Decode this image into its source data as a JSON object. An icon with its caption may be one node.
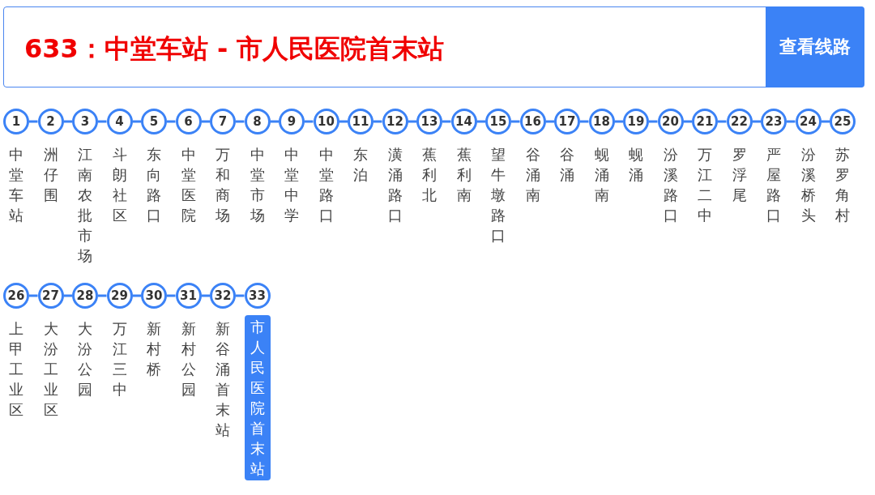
{
  "diagram": {
    "title": "633：中堂车站 - 市人民医院首末站",
    "nodes": [
      {
        "text": [
          "1"
        ],
        "beside": [
          "中堂车站"
        ]
      },
      {
        "text": [
          "2"
        ],
        "beside": [
          "洲仔围"
        ]
      },
      {
        "text": [
          "3"
        ],
        "beside": [
          "江南农批市场"
        ]
      },
      {
        "text": [
          "4"
        ],
        "beside": [
          "斗朗社区"
        ]
      },
      {
        "text": [
          "5"
        ],
        "beside": [
          "东向路口"
        ]
      },
      {
        "text": [
          "6"
        ],
        "beside": [
          "中堂医院"
        ]
      },
      {
        "text": [
          "7"
        ],
        "beside": [
          "万和商场"
        ]
      },
      {
        "text": [
          "8"
        ],
        "beside": [
          "中堂市场"
        ]
      },
      {
        "text": [
          "9"
        ],
        "beside": [
          "中堂中学"
        ]
      },
      {
        "text": [
          "10"
        ],
        "beside": [
          "中堂路口"
        ]
      },
      {
        "text": [
          "11"
        ],
        "beside": [
          "东泊"
        ]
      },
      {
        "text": [
          "12"
        ],
        "beside": [
          "潢涌路口"
        ]
      },
      {
        "text": [
          "13"
        ],
        "beside": [
          "蕉利北"
        ]
      },
      {
        "text": [
          "14"
        ],
        "beside": [
          "蕉利南"
        ]
      },
      {
        "text": [
          "15"
        ],
        "beside": [
          "望牛墩路口"
        ]
      },
      {
        "text": [
          "16"
        ],
        "beside": [
          "谷涌南"
        ]
      },
      {
        "text": [
          "17"
        ],
        "beside": [
          "谷涌"
        ]
      },
      {
        "text": [
          "18"
        ],
        "beside": [
          "蚬涌南"
        ]
      },
      {
        "text": [
          "19"
        ],
        "beside": [
          "蚬涌"
        ]
      },
      {
        "text": [
          "20"
        ],
        "beside": [
          "汾溪路口"
        ]
      },
      {
        "text": [
          "21"
        ],
        "beside": [
          "万江二中"
        ]
      },
      {
        "text": [
          "22"
        ],
        "beside": [
          "罗浮尾"
        ]
      },
      {
        "text": [
          "23"
        ],
        "beside": [
          "严屋路口"
        ]
      },
      {
        "text": [
          "24"
        ],
        "beside": [
          "汾溪桥头"
        ]
      },
      {
        "text": [
          "25"
        ],
        "beside": [
          "苏罗角村"
        ]
      },
      {
        "text": [
          "26"
        ],
        "beside": [
          "上甲工业区"
        ]
      },
      {
        "text": [
          "27"
        ],
        "beside": [
          "大汾工业区"
        ]
      },
      {
        "text": [
          "28"
        ],
        "beside": [
          "大汾公园"
        ]
      },
      {
        "text": [
          "29"
        ],
        "beside": [
          "万江三中"
        ]
      },
      {
        "text": [
          "30"
        ],
        "beside": [
          "新村桥"
        ]
      },
      {
        "text": [
          "31"
        ],
        "beside": [
          "新村公园"
        ]
      },
      {
        "text": [
          "32"
        ],
        "beside": [
          "新谷涌首末站"
        ]
      },
      {
        "text": [
          "33"
        ],
        "beside": [
          "市人民医院首末站"
        ]
      }
    ],
    "edges": [
      {
        "from": 0,
        "to": 1,
        "arrow": "none"
      },
      {
        "from": 1,
        "to": 2,
        "arrow": "none"
      },
      {
        "from": 2,
        "to": 3,
        "arrow": "none"
      },
      {
        "from": 3,
        "to": 4,
        "arrow": "none"
      },
      {
        "from": 4,
        "to": 5,
        "arrow": "none"
      },
      {
        "from": 5,
        "to": 6,
        "arrow": "none"
      },
      {
        "from": 6,
        "to": 7,
        "arrow": "none"
      },
      {
        "from": 7,
        "to": 8,
        "arrow": "none"
      },
      {
        "from": 8,
        "to": 9,
        "arrow": "none"
      },
      {
        "from": 9,
        "to": 10,
        "arrow": "none"
      },
      {
        "from": 10,
        "to": 11,
        "arrow": "none"
      },
      {
        "from": 11,
        "to": 12,
        "arrow": "none"
      },
      {
        "from": 12,
        "to": 13,
        "arrow": "none"
      },
      {
        "from": 13,
        "to": 14,
        "arrow": "none"
      },
      {
        "from": 14,
        "to": 15,
        "arrow": "none"
      },
      {
        "from": 15,
        "to": 16,
        "arrow": "none"
      },
      {
        "from": 16,
        "to": 17,
        "arrow": "none"
      },
      {
        "from": 17,
        "to": 18,
        "arrow": "none"
      },
      {
        "from": 18,
        "to": 19,
        "arrow": "none"
      },
      {
        "from": 19,
        "to": 20,
        "arrow": "none"
      },
      {
        "from": 20,
        "to": 21,
        "arrow": "none"
      },
      {
        "from": 21,
        "to": 22,
        "arrow": "none"
      },
      {
        "from": 22,
        "to": 23,
        "arrow": "none"
      },
      {
        "from": 23,
        "to": 24,
        "arrow": "none"
      },
      {
        "from": 25,
        "to": 26,
        "arrow": "none"
      },
      {
        "from": 26,
        "to": 27,
        "arrow": "none"
      },
      {
        "from": 27,
        "to": 28,
        "arrow": "none"
      },
      {
        "from": 28,
        "to": 29,
        "arrow": "none"
      },
      {
        "from": 29,
        "to": 30,
        "arrow": "none"
      },
      {
        "from": 30,
        "to": 31,
        "arrow": "none"
      },
      {
        "from": 31,
        "to": 32,
        "arrow": "none"
      }
    ],
    "labels": [
      "查看线路"
    ]
  }
}
